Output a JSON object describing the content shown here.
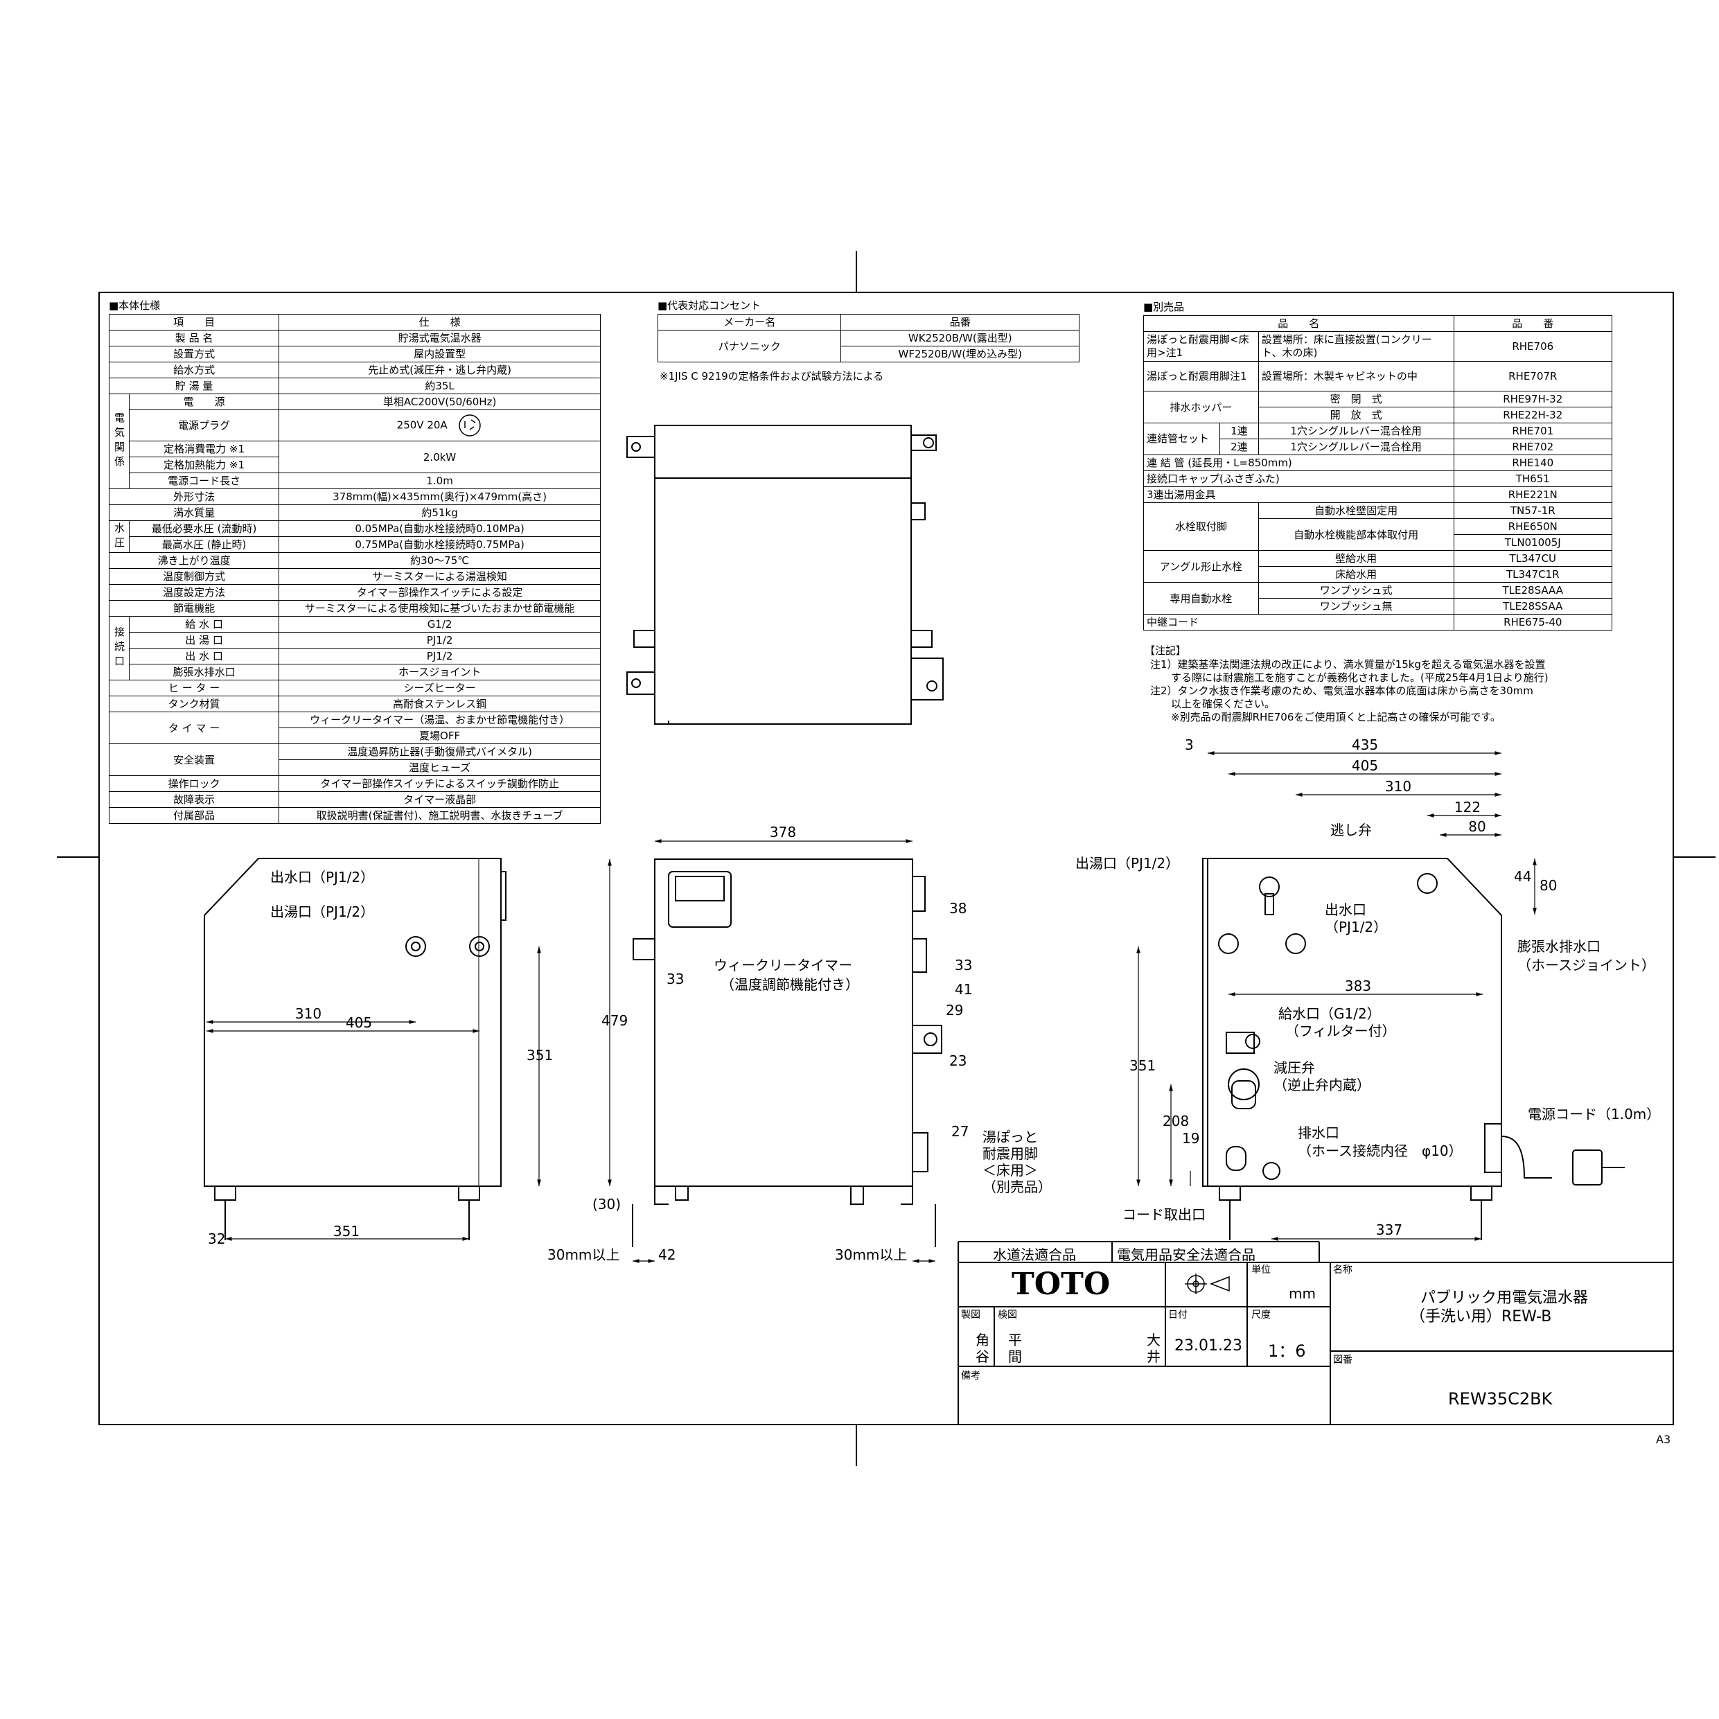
{
  "spec": {
    "heading": "■本体仕様",
    "col_item": "項　　目",
    "col_spec": "仕　　様",
    "rows": [
      {
        "item": "製 品 名",
        "spec": "貯湯式電気温水器"
      },
      {
        "item": "設置方式",
        "spec": "屋内設置型"
      },
      {
        "item": "給水方式",
        "spec": "先止め式(減圧弁・逃し弁内蔵)"
      },
      {
        "item": "貯 湯 量",
        "spec": "約35L"
      }
    ],
    "elec_group": "電気関係",
    "elec_rows": [
      {
        "item": "電　　源",
        "spec": "単相AC200V(50/60Hz)"
      },
      {
        "item": "電源プラグ",
        "spec": "250V 20A"
      },
      {
        "item": "定格消費電力 ※1",
        "spec": "2.0kW"
      },
      {
        "item": "定格加熱能力 ※1",
        "spec": ""
      },
      {
        "item": "電源コード長さ",
        "spec": "1.0m"
      }
    ],
    "rows2": [
      {
        "item": "外形寸法",
        "spec": "378mm(幅)×435mm(奥行)×479mm(高さ)"
      },
      {
        "item": "満水質量",
        "spec": "約51kg"
      }
    ],
    "water_group": "水圧",
    "water_rows": [
      {
        "item": "最低必要水圧 (流動時)",
        "spec": "0.05MPa(自動水栓接続時0.10MPa)"
      },
      {
        "item": "最高水圧 (静止時)",
        "spec": "0.75MPa(自動水栓接続時0.75MPa)"
      }
    ],
    "rows3": [
      {
        "item": "沸き上がり温度",
        "spec": "約30～75℃"
      },
      {
        "item": "温度制御方式",
        "spec": "サーミスターによる湯温検知"
      },
      {
        "item": "温度設定方法",
        "spec": "タイマー部操作スイッチによる設定"
      },
      {
        "item": "節電機能",
        "spec": "サーミスターによる使用検知に基づいたおまかせ節電機能"
      }
    ],
    "conn_group": "接続口",
    "conn_rows": [
      {
        "item": "給 水 口",
        "spec": "G1/2"
      },
      {
        "item": "出 湯 口",
        "spec": "PJ1/2"
      },
      {
        "item": "出 水 口",
        "spec": "PJ1/2"
      },
      {
        "item": "膨張水排水口",
        "spec": "ホースジョイント"
      }
    ],
    "rows4": [
      {
        "item": "ヒ ー タ ー",
        "spec": "シーズヒーター"
      },
      {
        "item": "タンク材質",
        "spec": "高耐食ステンレス鋼"
      }
    ],
    "timer_item": "タ イ マ ー",
    "timer_specs": [
      "ウィークリータイマー（湯温、おまかせ節電機能付き）",
      "夏場OFF"
    ],
    "safety_item": "安全装置",
    "safety_specs": [
      "温度過昇防止器(手動復帰式バイメタル)",
      "温度ヒューズ"
    ],
    "rows5": [
      {
        "item": "操作ロック",
        "spec": "タイマー部操作スイッチによるスイッチ誤動作防止"
      },
      {
        "item": "故障表示",
        "spec": "タイマー液晶部"
      },
      {
        "item": "付属部品",
        "spec": "取扱説明書(保証書付)、施工説明書、水抜きチューブ"
      }
    ]
  },
  "concent": {
    "heading": "■代表対応コンセント",
    "col_maker": "メーカー名",
    "col_part": "品番",
    "maker": "パナソニック",
    "parts": [
      "WK2520B/W(露出型)",
      "WF2520B/W(埋め込み型)"
    ],
    "footnote": "※1JIS C 9219の定格条件および試験方法による"
  },
  "sep": {
    "heading": "■別売品",
    "col_name": "品　　名",
    "col_part": "品　　番",
    "leg1_name": "湯ぽっと耐震用脚<床用>注1",
    "leg1_desc": "設置場所：床に直接設置(コンクリート、木の床)",
    "leg1_part": "RHE706",
    "leg2_name": "湯ぽっと耐震用脚注1",
    "leg2_desc": "設置場所：木製キャビネットの中",
    "leg2_part": "RHE707R",
    "hopper_name": "排水ホッパー",
    "hopper": [
      {
        "desc": "密　閉　式",
        "part": "RHE97H-32"
      },
      {
        "desc": "開　放　式",
        "part": "RHE22H-32"
      }
    ],
    "pipe_name": "連結管セット",
    "pipe": [
      {
        "n": "1連",
        "desc": "1穴シングルレバー混合栓用",
        "part": "RHE701"
      },
      {
        "n": "2連",
        "desc": "1穴シングルレバー混合栓用",
        "part": "RHE702"
      }
    ],
    "ext_name": "連 結 管 (延長用・L=850mm)",
    "ext_part": "RHE140",
    "cap_name": "接続口キャップ(ふさぎふた)",
    "cap_part": "TH651",
    "triple_name": "3連出湯用金具",
    "triple_part": "RHE221N",
    "faucet_name": "水栓取付脚",
    "faucet": [
      {
        "desc": "自動水栓壁固定用",
        "part": "TN57-1R"
      },
      {
        "desc": "自動水栓機能部本体取付用",
        "part": "RHE650N"
      },
      {
        "desc": "",
        "part": "TLN01005J"
      }
    ],
    "angle_name": "アングル形止水栓",
    "angle": [
      {
        "desc": "壁給水用",
        "part": "TL347CU"
      },
      {
        "desc": "床給水用",
        "part": "TL347C1R"
      }
    ],
    "auto_name": "専用自動水栓",
    "auto": [
      {
        "desc": "ワンプッシュ式",
        "part": "TLE28SAAA"
      },
      {
        "desc": "ワンプッシュ無",
        "part": "TLE28SSAA"
      }
    ],
    "relay_name": "中継コード",
    "relay_part": "RHE675-40"
  },
  "notes": {
    "heading": "【注記】",
    "lines": [
      "注1）建築基準法関連法規の改正により、満水質量が15kgを超える電気温水器を設置",
      "　　する際には耐震施工を施すことが義務化されました。(平成25年4月1日より施行)",
      "注2）タンク水抜き作業考慮のため、電気温水器本体の底面は床から高さを30mm",
      "　　以上を確保ください。",
      "　　※別売品の耐震脚RHE706をご使用頂くと上記高さの確保が可能です。"
    ]
  },
  "drawing": {
    "left": {
      "outlet_water": "出水口（PJ1/2）",
      "outlet_hot": "出湯口（PJ1/2）",
      "d310": "310",
      "d405": "405",
      "d351v": "351",
      "d32": "32",
      "d351": "351"
    },
    "front": {
      "d378": "378",
      "d479": "479",
      "d30": "(30)",
      "d33a": "33",
      "timer1": "ウィークリータイマー",
      "timer2": "（温度調節機能付き）",
      "d38": "38",
      "d33b": "33",
      "d41": "41",
      "d29": "29",
      "d23": "23",
      "d27": "27",
      "leg1": "湯ぽっと",
      "leg2": "耐震用脚",
      "leg3": "＜床用＞",
      "leg4": "（別売品）",
      "min30a": "30mm以上",
      "d42": "42",
      "min30b": "30mm以上"
    },
    "right": {
      "d3": "3",
      "d435": "435",
      "d405": "405",
      "d310": "310",
      "d122": "122",
      "d80h": "80",
      "d44": "44",
      "d80v": "80",
      "hot_out": "出湯口（PJ1/2）",
      "relief": "逃し弁",
      "water_out1": "出水口",
      "water_out2": "（PJ1/2）",
      "exp1": "膨張水排水口",
      "exp2": "（ホースジョイント）",
      "d383": "383",
      "inlet1": "給水口（G1/2）",
      "inlet2": "（フィルター付）",
      "reduce1": "減圧弁",
      "reduce2": "（逆止弁内蔵）",
      "d351": "351",
      "d208": "208",
      "d19": "19",
      "drain1": "排水口",
      "drain2": "（ホース接続内径　φ10）",
      "cord": "電源コード（1.0m）",
      "cord_out": "コード取出口",
      "d337": "337"
    }
  },
  "title": {
    "cert1": "水道法適合品",
    "cert2": "電気用品安全法適合品",
    "brand": "TOTO",
    "unit_label": "単位",
    "unit": "mm",
    "name_label": "名称",
    "name1": "パブリック用電気温水器",
    "name2": "（手洗い用）REW-B",
    "drawn_label": "製図",
    "drawn1": "角",
    "drawn2": "谷",
    "check_label": "検図",
    "check1": "平",
    "check2": "間",
    "approve1": "大",
    "approve2": "井",
    "date_label": "日付",
    "date": "23.01.23",
    "scale_label": "尺度",
    "scale": "1：6",
    "drawno_label": "図番",
    "drawno": "REW35C2BK",
    "remark_label": "備考"
  },
  "sheet": "A3"
}
